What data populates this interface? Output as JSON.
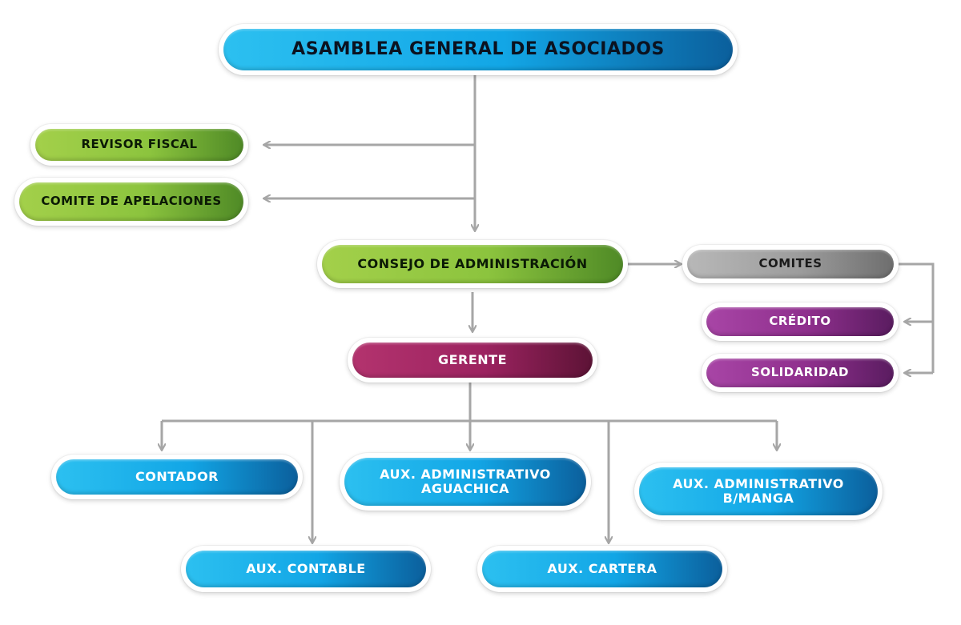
{
  "nodes": {
    "asamblea": "ASAMBLEA GENERAL DE ASOCIADOS",
    "revisor": "REVISOR FISCAL",
    "apelaciones": "COMITE DE APELACIONES",
    "consejo": "CONSEJO DE ADMINISTRACIÓN",
    "comites": "COMITES",
    "credito": "CRÉDITO",
    "solidaridad": "SOLIDARIDAD",
    "gerente": "GERENTE",
    "contador": "CONTADOR",
    "aux_aguachica": [
      "AUX. ADMINISTRATIVO",
      "AGUACHICA"
    ],
    "aux_bmanga": [
      "AUX. ADMINISTRATIVO",
      "B/MANGA"
    ],
    "aux_contable": "AUX. CONTABLE",
    "aux_cartera": "AUX. CARTERA"
  },
  "colors": {
    "connector": "#a6a6a6",
    "blue": "#12a6e6",
    "green": "#8cc43e",
    "grey": "#9c9c9c",
    "purple": "#8e2f8c",
    "maroon": "#9c2360"
  }
}
